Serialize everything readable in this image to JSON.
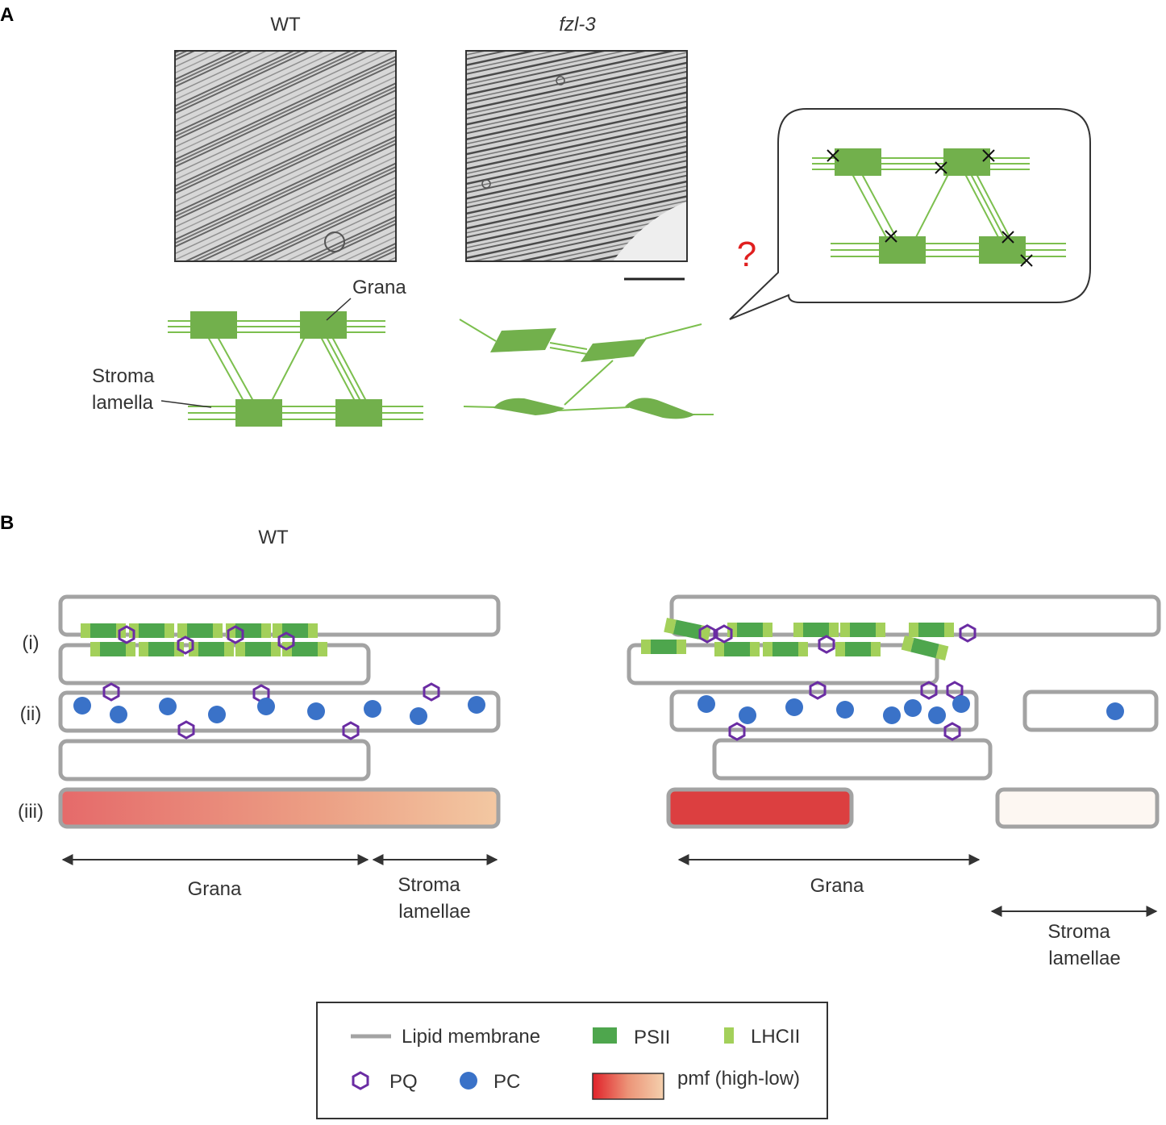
{
  "panel_a": {
    "label": "A",
    "wt_title": "WT",
    "mutant_title": "fzl-3",
    "grana_label": "Grana",
    "stroma_label_line1": "Stroma",
    "stroma_label_line2": "lamella",
    "question": "?"
  },
  "panel_b": {
    "label": "B",
    "wt_title": "WT",
    "mutant_title": "fzl",
    "row_i": "(i)",
    "row_ii": "(ii)",
    "row_iii": "(iii)",
    "wt_grana": "Grana",
    "wt_stroma_line1": "Stroma",
    "wt_stroma_line2": "lamellae",
    "fzl_grana": "Grana",
    "fzl_stroma_line1": "Stroma",
    "fzl_stroma_line2": "lamellae"
  },
  "legend": {
    "lipid": "Lipid membrane",
    "psii": "PSII",
    "lhcii": "LHCII",
    "pq": "PQ",
    "pc": "PC",
    "pmf": "pmf (high-low)"
  },
  "colors": {
    "membrane": "#a3a3a3",
    "thylakoid": "#7cbf4e",
    "psii": "#4ea64d",
    "lhcii": "#a3d05a",
    "pq": "#6a2ca3",
    "pc": "#3a72c8",
    "pmf_high": "#e03a3a",
    "pmf_low": "#f3c8a2",
    "question": "#e01f1f"
  }
}
